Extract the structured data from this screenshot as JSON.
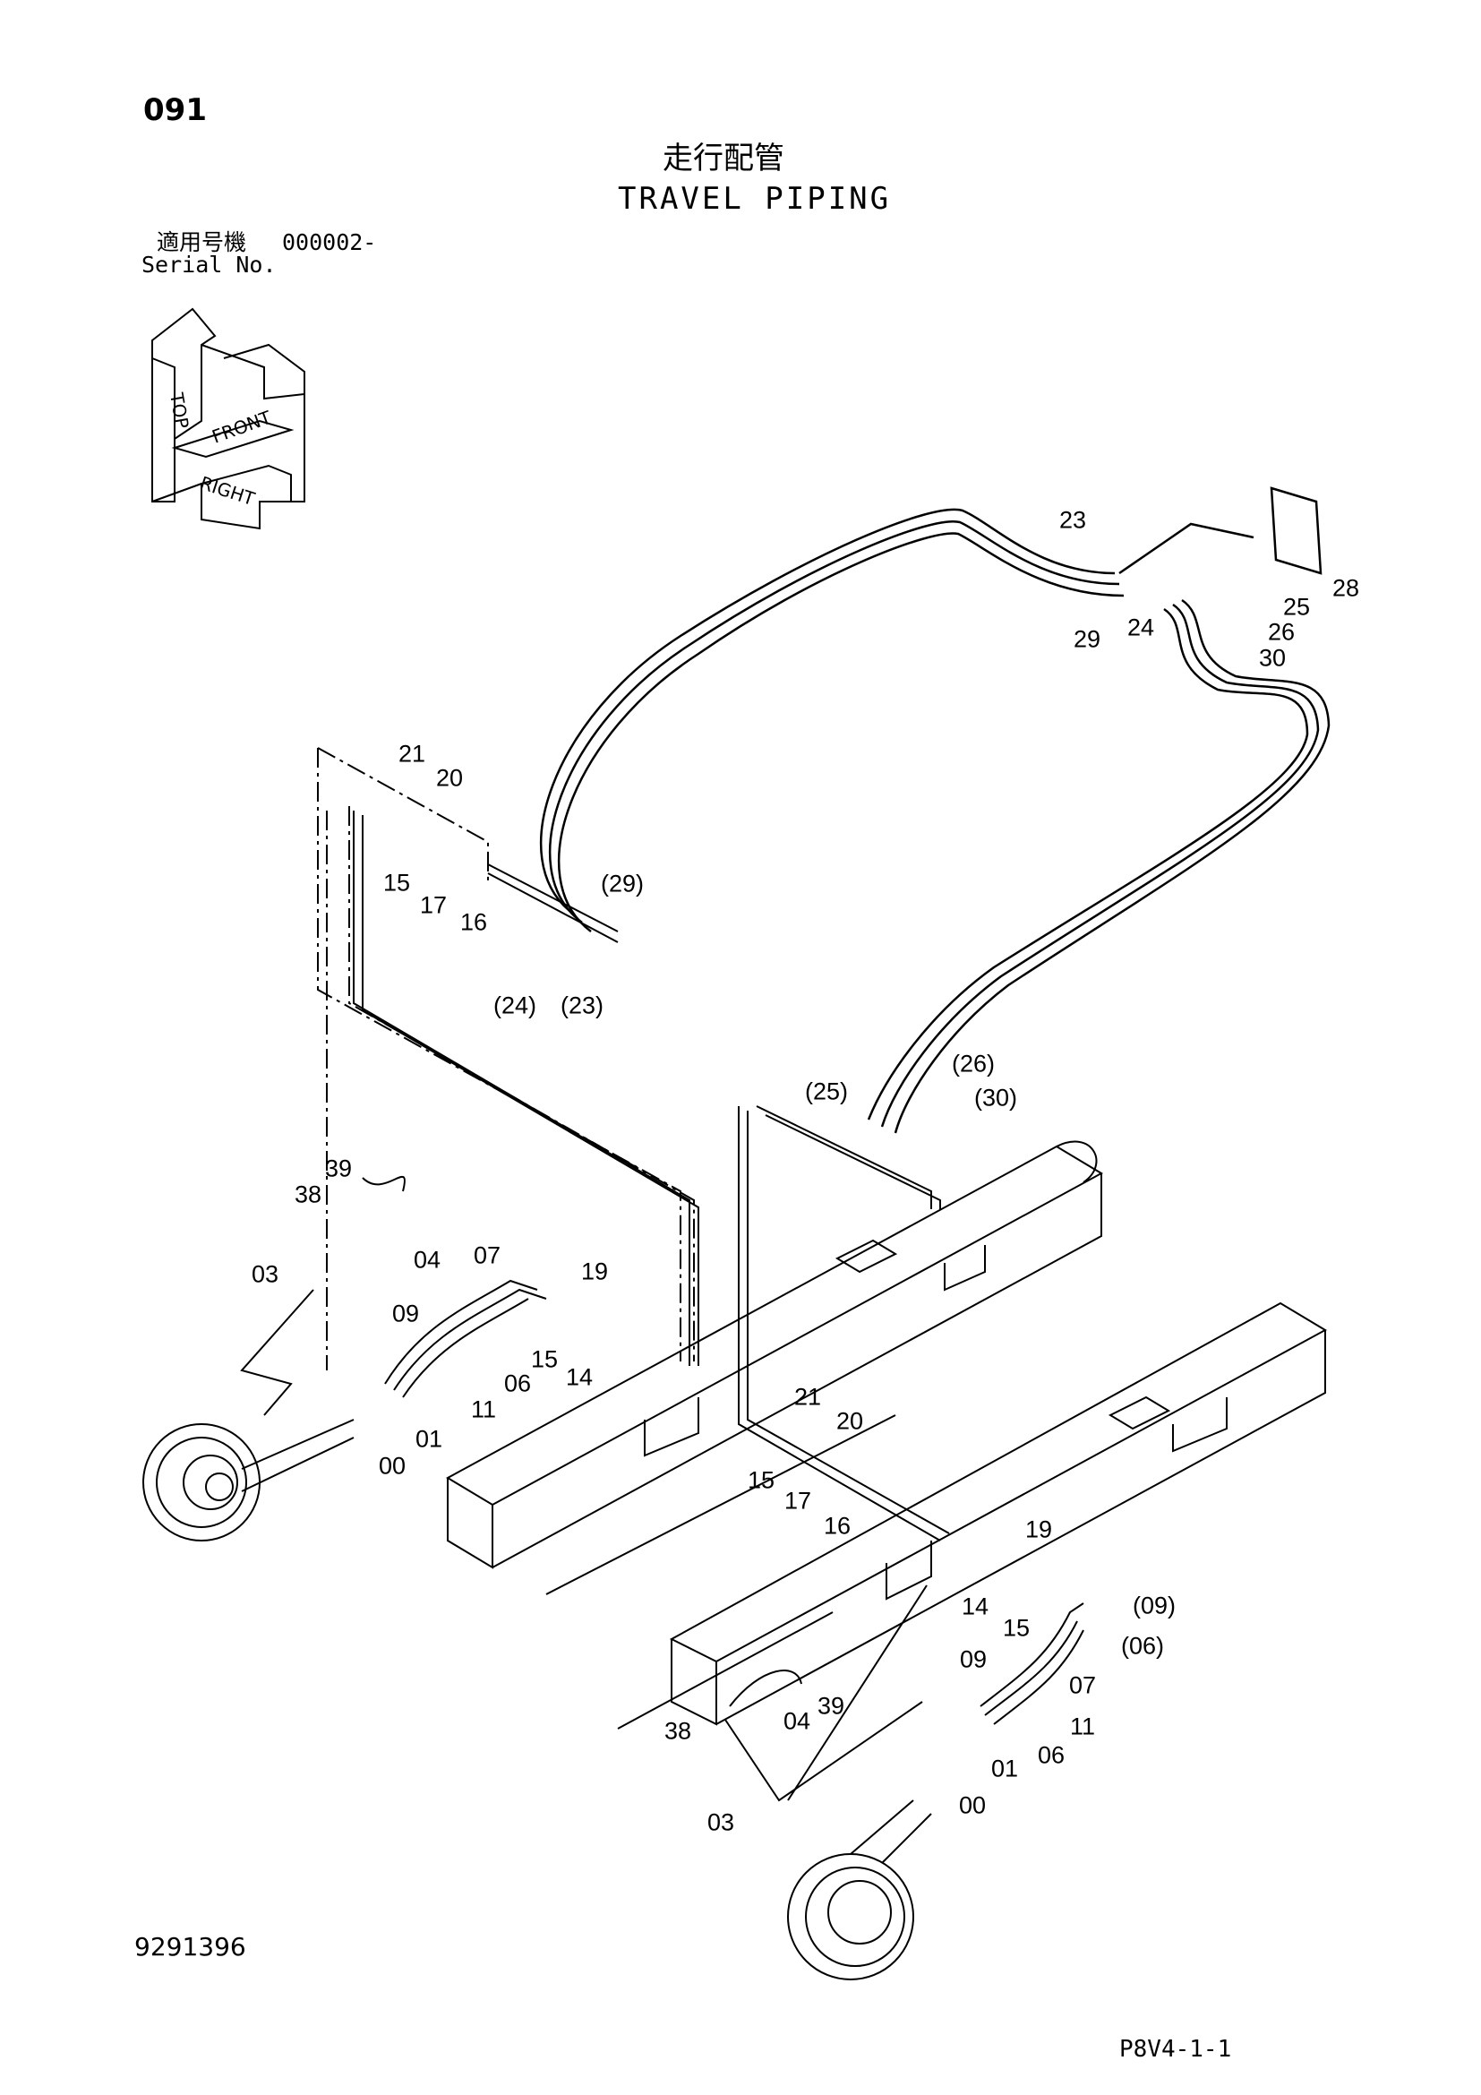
{
  "header": {
    "page_number": "091",
    "title_jp": "走行配管",
    "title_en": "TRAVEL PIPING",
    "serial_label_jp": "適用号機",
    "serial_value": "000002-",
    "serial_label_en": "Serial No."
  },
  "orientation_icon": {
    "labels": [
      "TOP",
      "FRONT",
      "RIGHT"
    ]
  },
  "part_labels": {
    "upper": [
      "23",
      "24",
      "29",
      "28",
      "25",
      "26",
      "30"
    ],
    "left_block": [
      "21",
      "20",
      "15",
      "17",
      "16",
      "(29)",
      "(24)",
      "(23)"
    ],
    "center": [
      "(25)",
      "(26)",
      "(30)"
    ],
    "left_motor": [
      "39",
      "38",
      "04",
      "03",
      "07",
      "19",
      "09",
      "15",
      "14",
      "06",
      "11",
      "01",
      "00"
    ],
    "right_block": [
      "21",
      "20",
      "15",
      "17",
      "16",
      "19",
      "14",
      "15",
      "(09)",
      "(06)",
      "09",
      "07",
      "11",
      "06",
      "01",
      "00",
      "39",
      "04",
      "38",
      "03"
    ]
  },
  "footer": {
    "doc_number": "9291396",
    "page_ref": "P8V4-1-1"
  }
}
